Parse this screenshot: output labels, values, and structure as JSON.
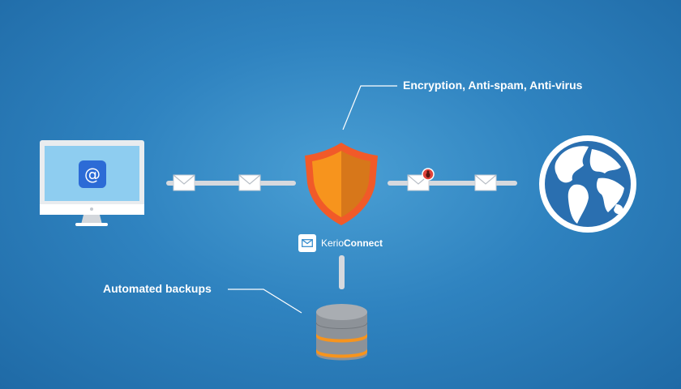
{
  "labels": {
    "security": "Encryption, Anti-spam, Anti-virus",
    "backups": "Automated backups"
  },
  "brand": {
    "name_part1": "Kerio",
    "name_part2": "Connect"
  },
  "monitor": {
    "glyph": "@"
  },
  "icons": [
    "monitor-icon",
    "at-sign-icon",
    "envelope-icon",
    "shield-icon",
    "bug-icon",
    "globe-icon",
    "database-icon",
    "mail-logo-icon"
  ],
  "colors": {
    "background": "#2f83c0",
    "shield_light": "#f7941d",
    "shield_dark": "#d7771a",
    "shield_border": "#f15a29",
    "database_band": "#f7941d",
    "bug_badge": "#e0423a",
    "app_tile": "#2c6bd6"
  }
}
